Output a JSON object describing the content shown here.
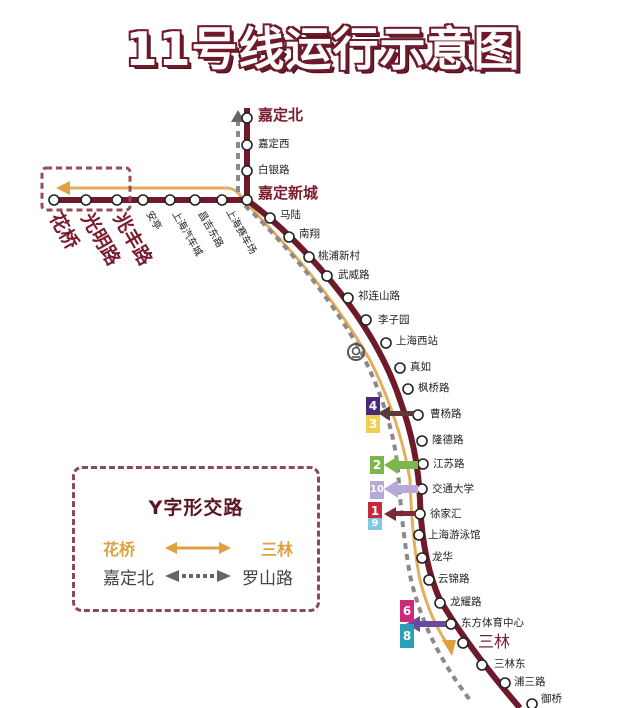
{
  "title": "11号线运行示意图",
  "colors": {
    "line11": "#6e1a2a",
    "huaqiao_sanlin_route": "#e0a040",
    "jiadingbei_luoshanlu_route": "#8a8a8a",
    "line1": "#c8283c",
    "line2": "#7ab84a",
    "line3": "#f0d050",
    "line4": "#4a2a78",
    "line6": "#d0287a",
    "line8": "#2aa0b8",
    "line9": "#80c8e8",
    "line10": "#b8a8d8"
  },
  "stations": {
    "jiadingbei": "嘉定北",
    "jiadingxi": "嘉定西",
    "baiyinlu": "白银路",
    "jiadingxincheng": "嘉定新城",
    "huaqiao": "花桥",
    "guangminglu": "光明路",
    "zhaofenglu": "兆丰路",
    "anting": "安亭",
    "shanghaiqichecheng": "上海汽车城",
    "changjidonglu": "昌吉东路",
    "shanghaisaichechang": "上海赛车场",
    "malu": "马陆",
    "nanxiang": "南翔",
    "taopuxincun": "桃浦新村",
    "wuweilu": "武威路",
    "qilianshanlu": "祁连山路",
    "liziyuan": "李子园",
    "shanghaixizhan": "上海西站",
    "zhenru": "真如",
    "fengqiaolu": "枫桥路",
    "caoyanglu": "曹杨路",
    "longdelu": "隆德路",
    "jiangsulu": "江苏路",
    "jiaotongdaxue": "交通大学",
    "xujiahui": "徐家汇",
    "shanghaiyouyongguan": "上海游泳馆",
    "longhua": "龙华",
    "yunjinlu": "云锦路",
    "longyaolu": "龙耀路",
    "dongfangtiyuzhongxin": "东方体育中心",
    "sanlin": "三林",
    "sanlindong": "三林东",
    "pusanlu": "浦三路",
    "yuqiao": "御桥"
  },
  "transfers": {
    "l4": "4",
    "l3": "3",
    "l2": "2",
    "l10": "10",
    "l1": "1",
    "l9": "9",
    "l6": "6",
    "l8": "8"
  },
  "icons": {
    "railway_station": "railway-station-icon"
  },
  "legend": {
    "title": "Y字形交路",
    "route1_from": "花桥",
    "route1_to": "三林",
    "route2_from": "嘉定北",
    "route2_to": "罗山路"
  }
}
